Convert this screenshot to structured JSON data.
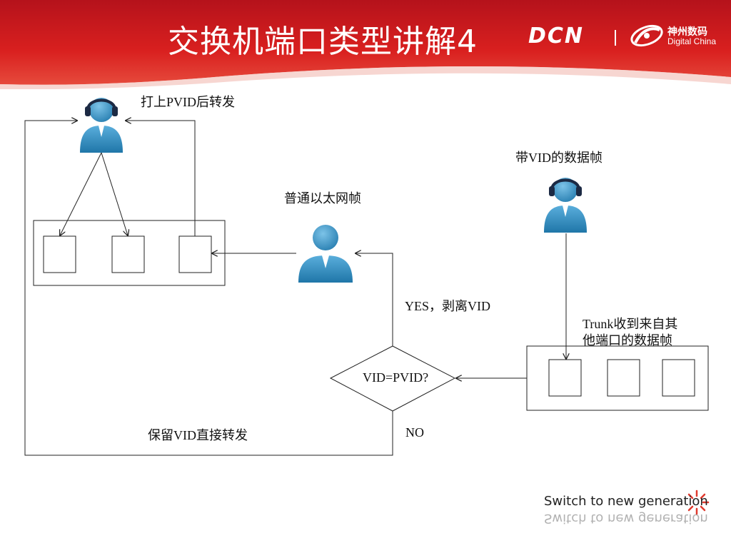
{
  "header": {
    "title": "交换机端口类型讲解4",
    "dcn_logo": "DCN",
    "brand_cn": "神州数码",
    "brand_en": "Digital China"
  },
  "labels": {
    "tag_pvid_forward": "打上PVID后转发",
    "frame_with_vid": "带VID的数据帧",
    "plain_ethernet_frame": "普通以太网帧",
    "yes_strip_vid": "YES，剥离VID",
    "trunk_received_line1": "Trunk收到来自其",
    "trunk_received_line2": "他端口的数据帧",
    "decision": "VID=PVID?",
    "keep_vid_forward": "保留VID直接转发",
    "no": "NO"
  },
  "footer": {
    "tagline": "Switch to new generation"
  },
  "colors": {
    "header_red": "#d81e1e",
    "person_blue": "#2e86b8",
    "headset_dark": "#1c2a44",
    "line": "#222222"
  },
  "icons": [
    "person-headset-icon",
    "person-icon",
    "port-box",
    "sunburst-icon"
  ]
}
